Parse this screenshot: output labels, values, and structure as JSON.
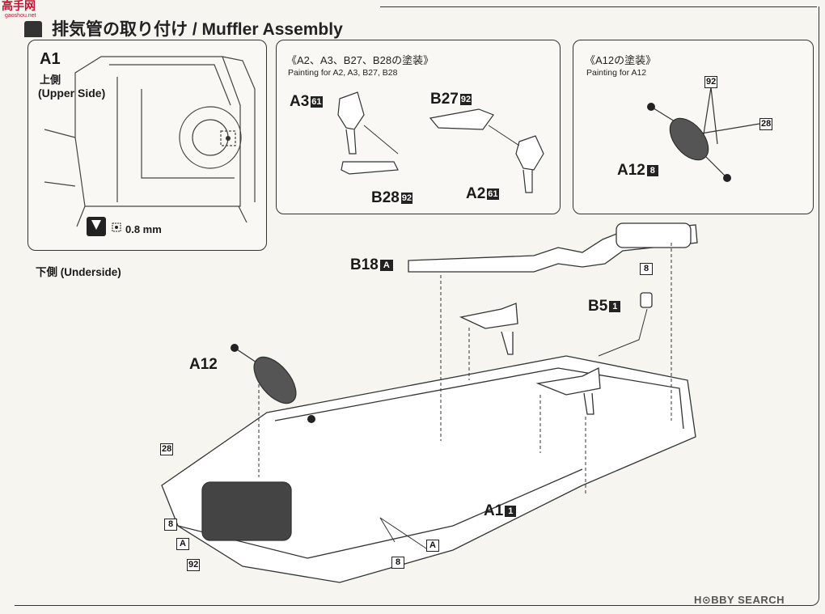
{
  "watermark": {
    "site_name": "高手网",
    "site_url": "gaoshou.net"
  },
  "header": {
    "title": "排気管の取り付け / Muffler Assembly"
  },
  "panel_a1": {
    "part": "A1",
    "side_jp": "上側",
    "side_en": "(Upper Side)",
    "drill_size": "0.8 mm"
  },
  "underside_label": "下側 (Underside)",
  "panel_paint1": {
    "heading_jp": "《A2、A3、B27、B28の塗装》",
    "heading_en": "Painting for A2, A3, B27, B28",
    "parts": [
      {
        "name": "A3",
        "color": "61"
      },
      {
        "name": "B27",
        "color": "92"
      },
      {
        "name": "B28",
        "color": "92"
      },
      {
        "name": "A2",
        "color": "61"
      }
    ]
  },
  "panel_paint2": {
    "heading_jp": "《A12の塗装》",
    "heading_en": "Painting for A12",
    "part": "A12",
    "part_color": "8",
    "callouts": [
      "92",
      "28"
    ]
  },
  "main": {
    "b18": {
      "name": "B18",
      "color": "A"
    },
    "b5": {
      "name": "B5",
      "color": "1",
      "callout": "8"
    },
    "a12": "A12",
    "a1": {
      "name": "A1",
      "color": "1"
    },
    "engine_callouts": [
      "28",
      "8",
      "A",
      "92"
    ],
    "bottom_callouts": [
      "8",
      "A"
    ]
  },
  "footer": {
    "brand": "H⊙BBY SEARCH"
  }
}
